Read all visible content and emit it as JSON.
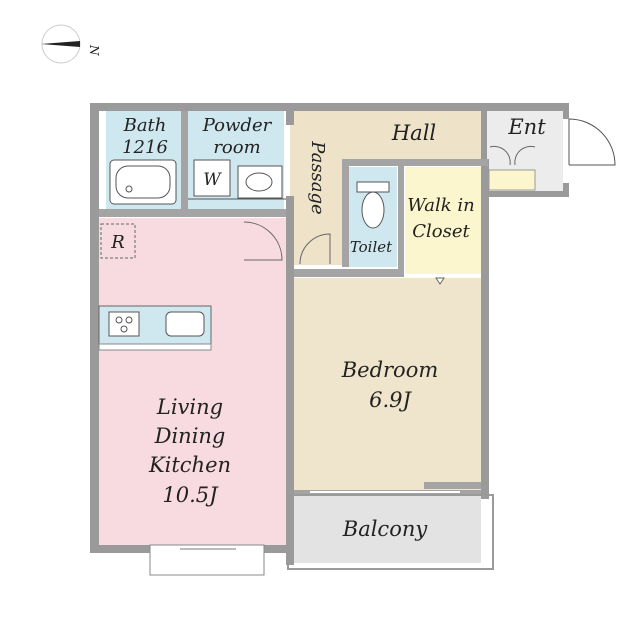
{
  "compass": {
    "label": "N"
  },
  "rooms": {
    "bath": {
      "line1": "Bath",
      "line2": "1216"
    },
    "powder": {
      "line1": "Powder",
      "line2": "room",
      "washer": "W"
    },
    "hall": {
      "label": "Hall"
    },
    "passage": {
      "label": "Passage"
    },
    "entrance": {
      "label": "Ent"
    },
    "toilet": {
      "label": "Toilet"
    },
    "walkin": {
      "line1": "Walk in",
      "line2": "Closet"
    },
    "ldk": {
      "line1": "Living",
      "line2": "Dining",
      "line3": "Kitchen",
      "line4": "10.5J",
      "fridge": "R"
    },
    "bedroom": {
      "line1": "Bedroom",
      "line2": "6.9J"
    },
    "balcony": {
      "label": "Balcony"
    }
  },
  "colors": {
    "wall": "#9a9a9a",
    "bath": "#cfe8ef",
    "hall": "#eee3c8",
    "walkin": "#fbf6cd",
    "ldk": "#f7dbe0",
    "bedroom": "#efe5cc",
    "balcony": "#e3e3e3",
    "entrance": "#ececec"
  }
}
